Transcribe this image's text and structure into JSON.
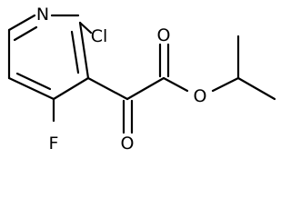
{
  "molecule": {
    "atoms": {
      "n1": "N",
      "cl": "Cl",
      "f": "F",
      "o_carbonyl_ester": "O",
      "o_ether": "O",
      "o_ketone": "O"
    }
  },
  "colors": {
    "bond": "#000000",
    "label": "#000000",
    "background": "#ffffff"
  }
}
